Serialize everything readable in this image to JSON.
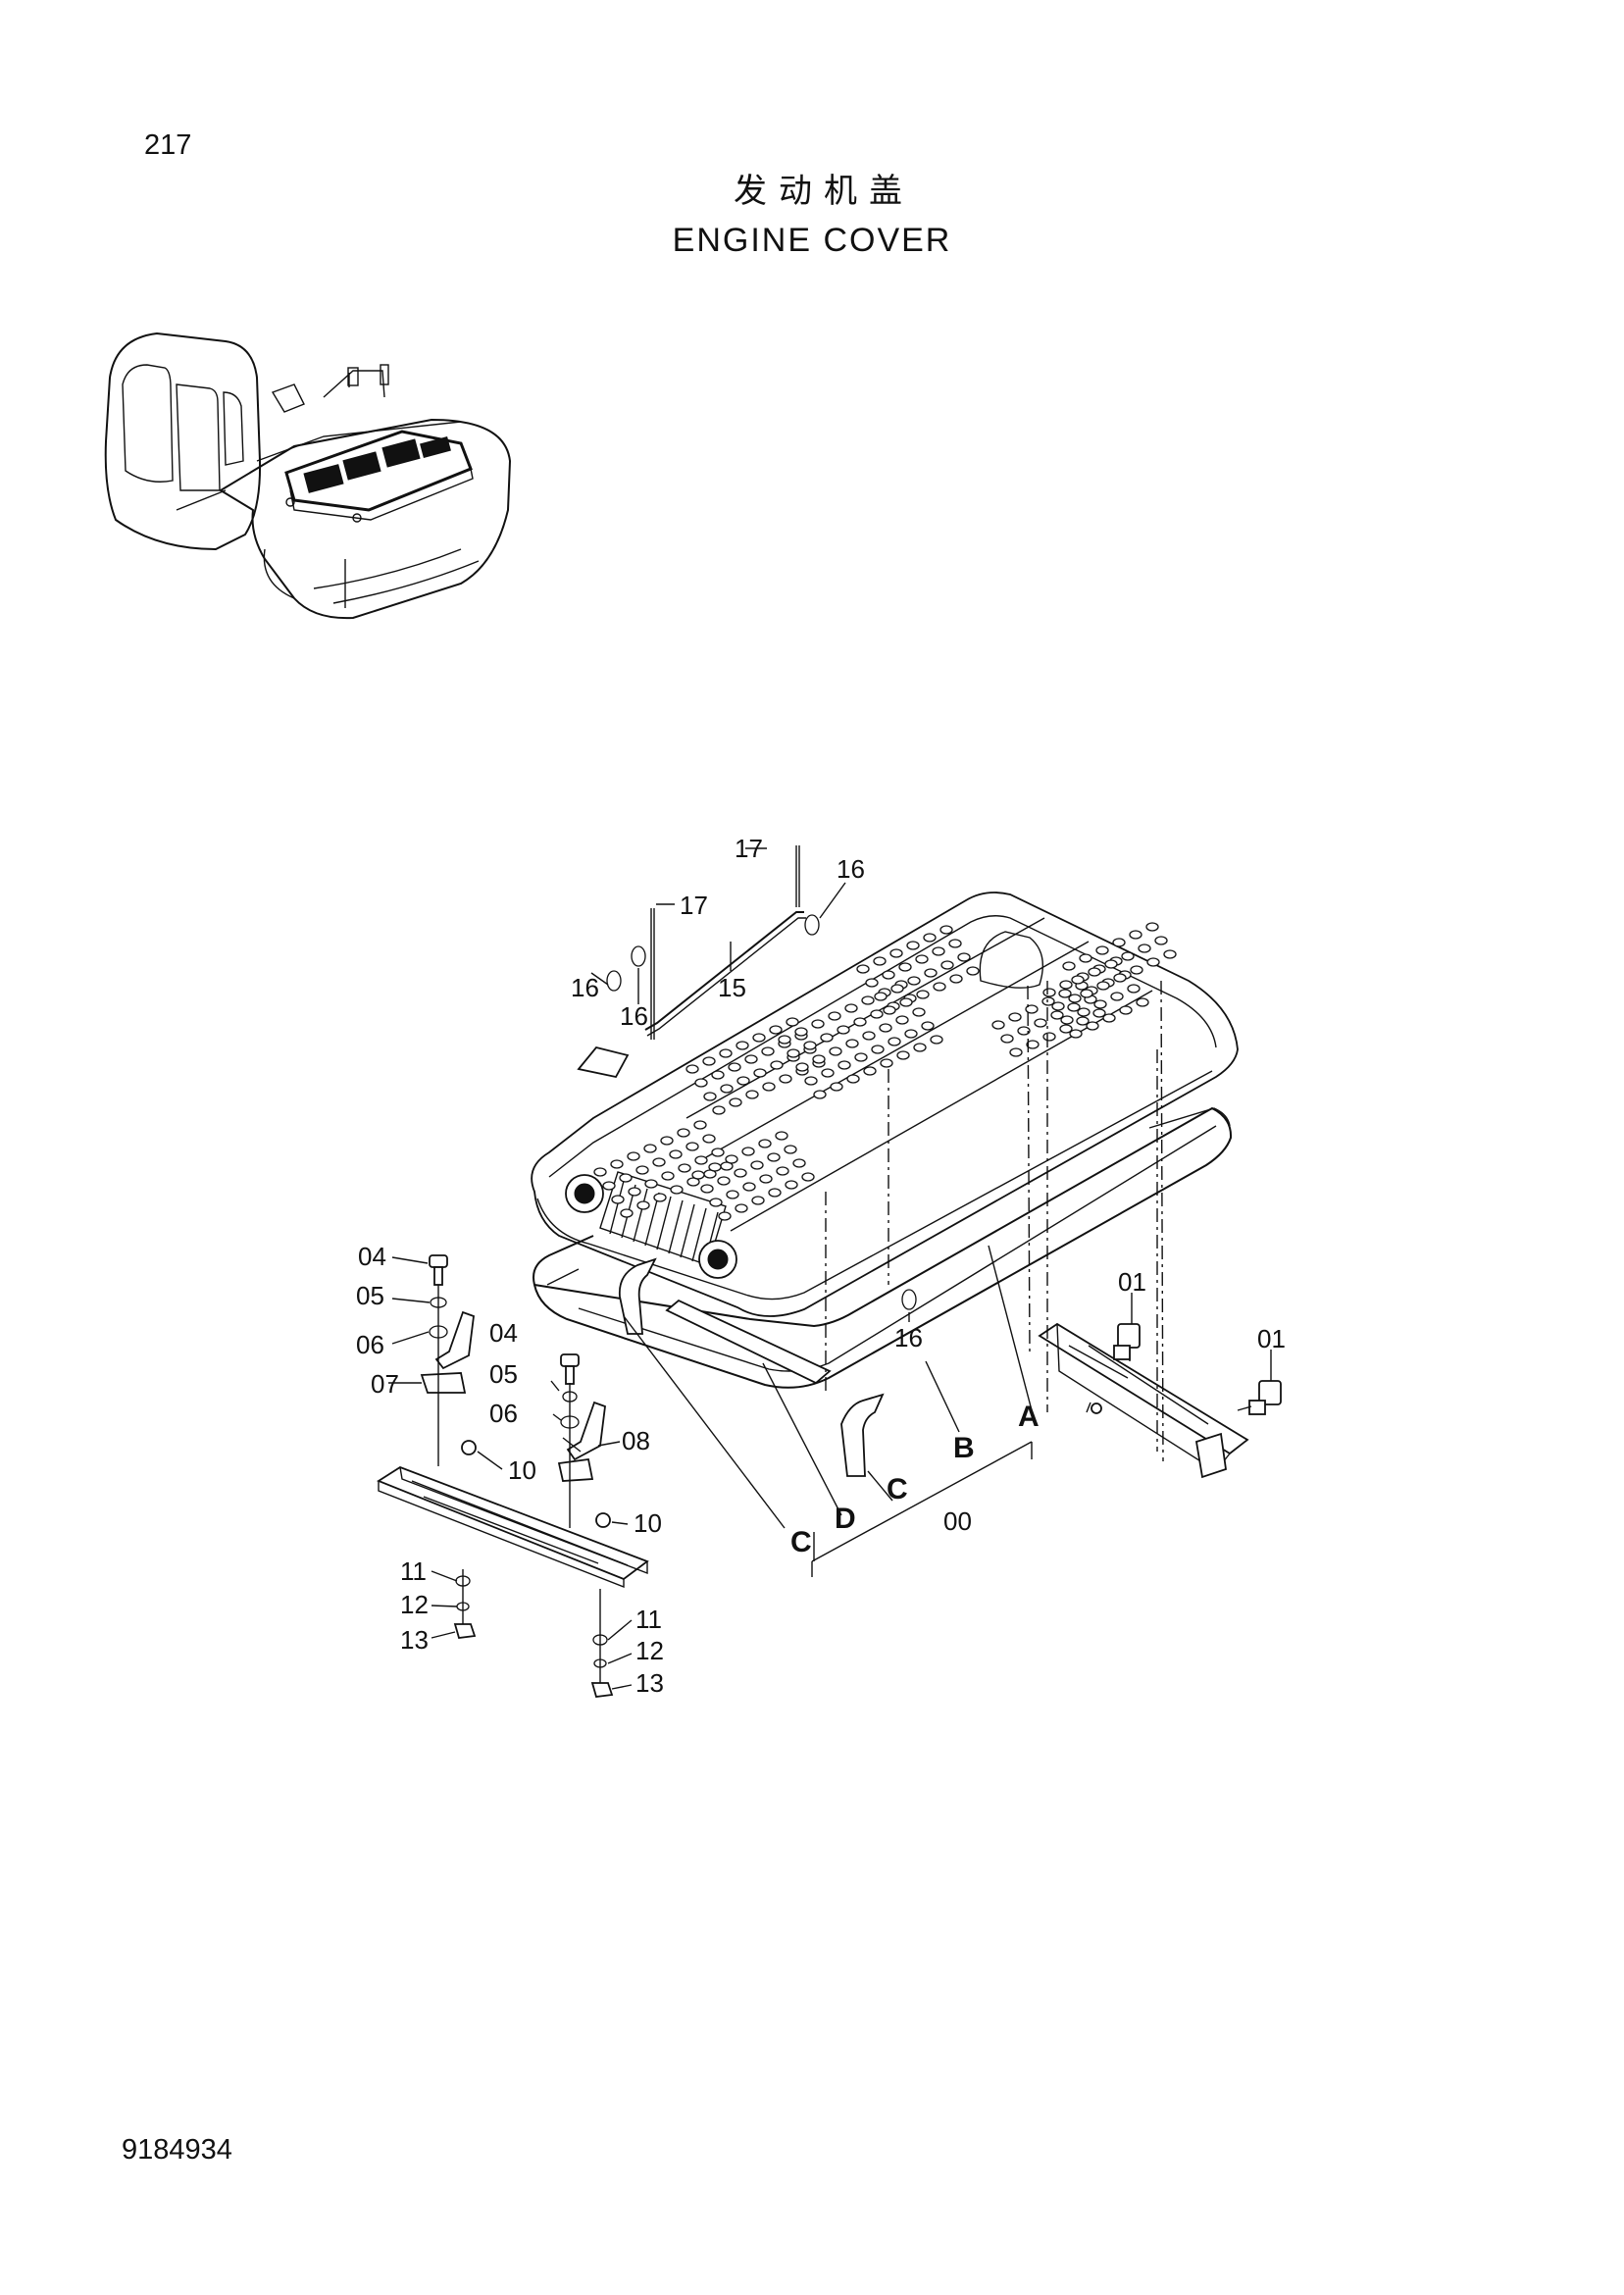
{
  "page": {
    "page_number": "217",
    "title_cn": "发动机盖",
    "title_en": "ENGINE COVER",
    "document_number": "9184934"
  },
  "callouts": [
    {
      "id": "c17a",
      "text": "17"
    },
    {
      "id": "c16a",
      "text": "16"
    },
    {
      "id": "c17b",
      "text": "17"
    },
    {
      "id": "c16b",
      "text": "16"
    },
    {
      "id": "c16c",
      "text": "16"
    },
    {
      "id": "c15",
      "text": "15"
    },
    {
      "id": "c16d",
      "text": "16"
    },
    {
      "id": "c04a",
      "text": "04"
    },
    {
      "id": "c05a",
      "text": "05"
    },
    {
      "id": "c06a",
      "text": "06"
    },
    {
      "id": "c07",
      "text": "07"
    },
    {
      "id": "c04b",
      "text": "04"
    },
    {
      "id": "c05b",
      "text": "05"
    },
    {
      "id": "c06b",
      "text": "06"
    },
    {
      "id": "c08",
      "text": "08"
    },
    {
      "id": "c10a",
      "text": "10"
    },
    {
      "id": "c10b",
      "text": "10"
    },
    {
      "id": "c11a",
      "text": "11"
    },
    {
      "id": "c12a",
      "text": "12"
    },
    {
      "id": "c13a",
      "text": "13"
    },
    {
      "id": "c11b",
      "text": "11"
    },
    {
      "id": "c12b",
      "text": "12"
    },
    {
      "id": "c13b",
      "text": "13"
    },
    {
      "id": "c01a",
      "text": "01"
    },
    {
      "id": "c01b",
      "text": "01"
    },
    {
      "id": "c00",
      "text": "00"
    }
  ],
  "letters": [
    {
      "id": "lA",
      "text": "A"
    },
    {
      "id": "lB",
      "text": "B"
    },
    {
      "id": "lC1",
      "text": "C"
    },
    {
      "id": "lC2",
      "text": "C"
    },
    {
      "id": "lD",
      "text": "D"
    }
  ]
}
